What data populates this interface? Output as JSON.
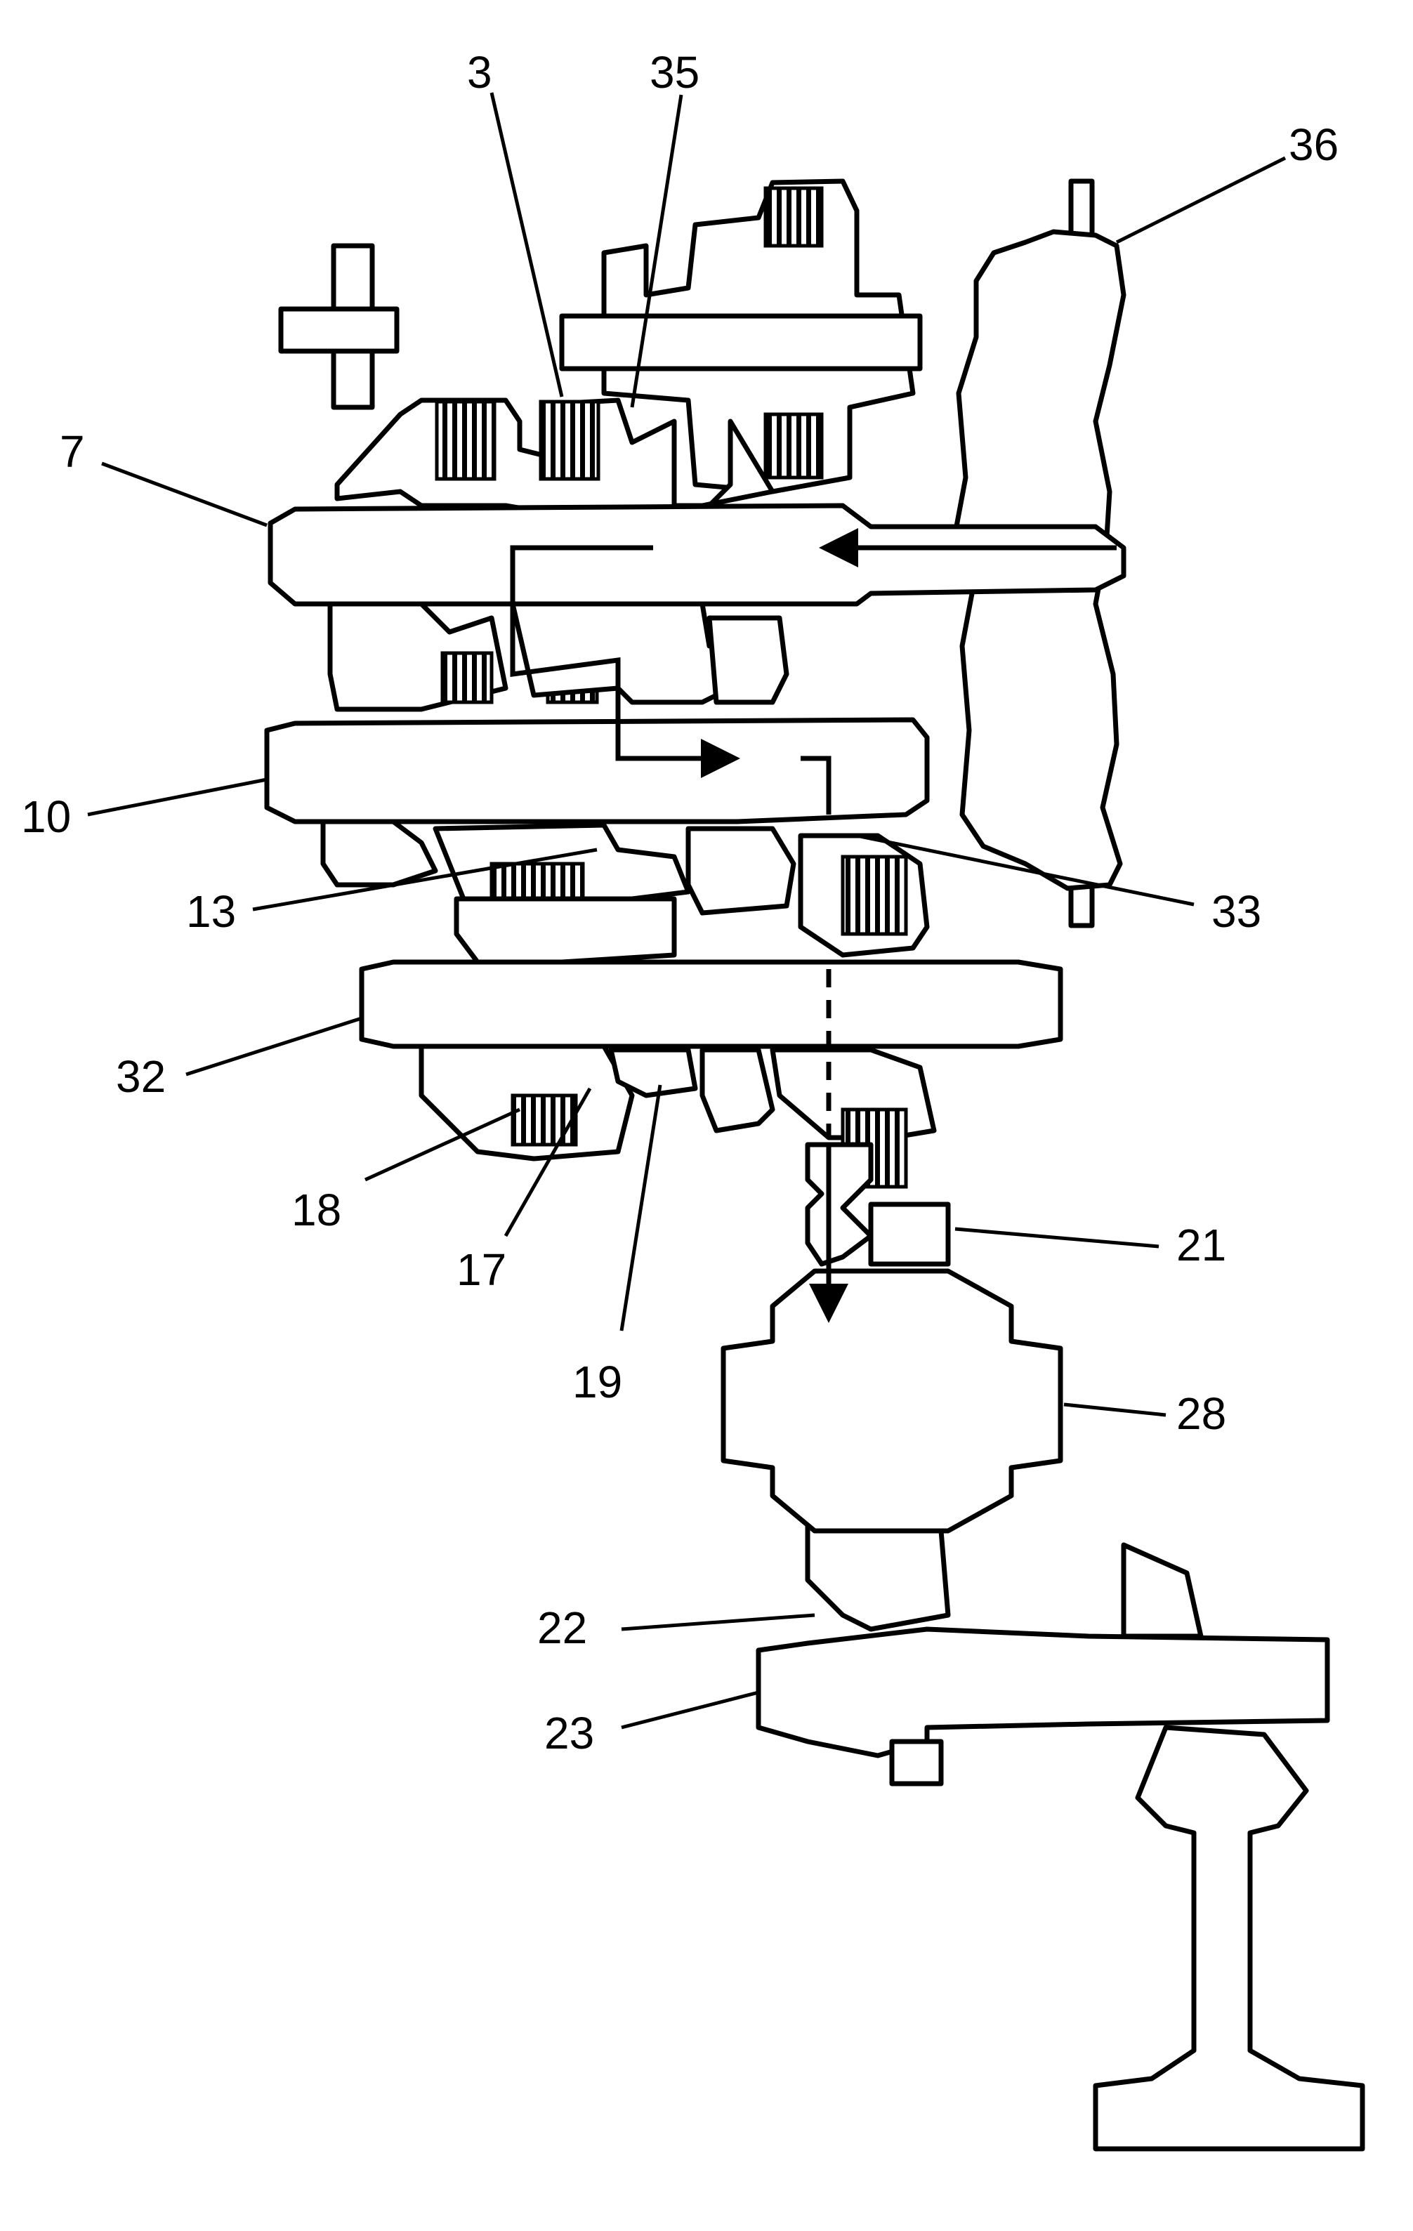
{
  "diagram": {
    "callouts": [
      "3",
      "35",
      "36",
      "7",
      "10",
      "13",
      "33",
      "32",
      "18",
      "17",
      "19",
      "21",
      "28",
      "22",
      "23"
    ]
  }
}
